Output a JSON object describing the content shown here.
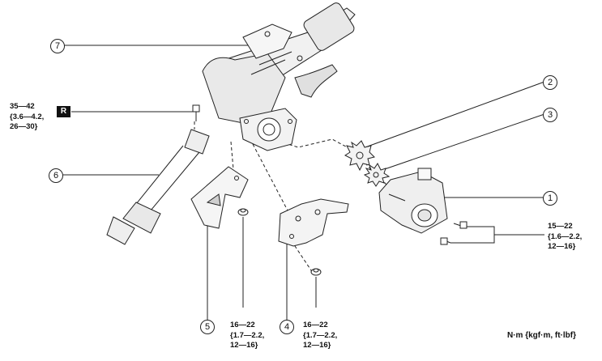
{
  "callouts": {
    "c1": "1",
    "c2": "2",
    "c3": "3",
    "c4": "4",
    "c5": "5",
    "c6": "6",
    "c7": "7"
  },
  "torques": {
    "upper_left": [
      "35—42",
      "{3.6—4.2,",
      "26—30}"
    ],
    "motor_bolts": [
      "15—22",
      "{1.6—2.2,",
      "12—16}"
    ],
    "bracket_5": [
      "16—22",
      "{1.7—2.2,",
      "12—16}"
    ],
    "bracket_4": [
      "16—22",
      "{1.7—2.2,",
      "12—16}"
    ]
  },
  "replace_badge": "R",
  "units_note": "N·m {kgf·m, ft·lbf}"
}
